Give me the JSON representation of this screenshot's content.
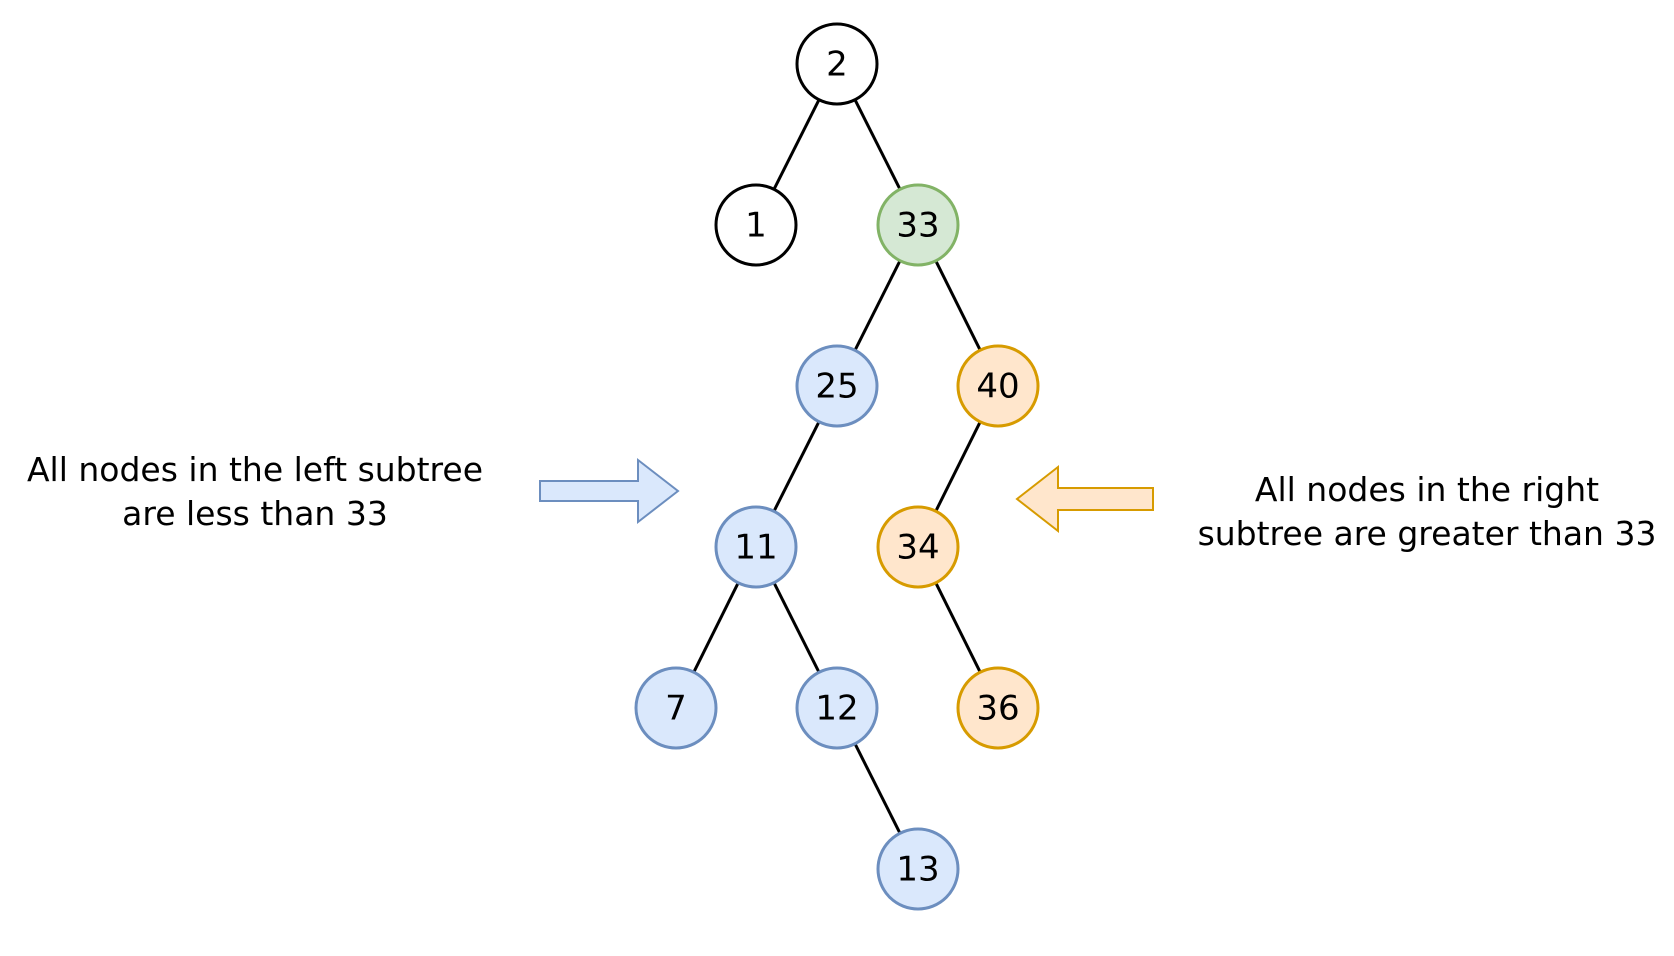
{
  "colors": {
    "edge": "#000000",
    "default_fill": "#ffffff",
    "default_stroke": "#000000",
    "root_fill": "#d5e8d4",
    "root_stroke": "#82b366",
    "left_fill": "#dae8fc",
    "left_stroke": "#6c8ebf",
    "right_fill": "#ffe6cc",
    "right_stroke": "#d79b00"
  },
  "tree": {
    "nodes": [
      {
        "id": "n2",
        "label": "2",
        "group": "default"
      },
      {
        "id": "n1",
        "label": "1",
        "group": "default"
      },
      {
        "id": "n33",
        "label": "33",
        "group": "root"
      },
      {
        "id": "n25",
        "label": "25",
        "group": "left"
      },
      {
        "id": "n40",
        "label": "40",
        "group": "right"
      },
      {
        "id": "n11",
        "label": "11",
        "group": "left"
      },
      {
        "id": "n34",
        "label": "34",
        "group": "right"
      },
      {
        "id": "n7",
        "label": "7",
        "group": "left"
      },
      {
        "id": "n12",
        "label": "12",
        "group": "left"
      },
      {
        "id": "n36",
        "label": "36",
        "group": "right"
      },
      {
        "id": "n13",
        "label": "13",
        "group": "left"
      }
    ],
    "edges": [
      [
        "n2",
        "n1"
      ],
      [
        "n2",
        "n33"
      ],
      [
        "n33",
        "n25"
      ],
      [
        "n33",
        "n40"
      ],
      [
        "n25",
        "n11"
      ],
      [
        "n40",
        "n34"
      ],
      [
        "n11",
        "n7"
      ],
      [
        "n11",
        "n12"
      ],
      [
        "n34",
        "n36"
      ],
      [
        "n12",
        "n13"
      ]
    ]
  },
  "annotations": {
    "left": [
      "All nodes in the left subtree",
      "are less than 33"
    ],
    "right": [
      "All nodes in the right",
      "subtree are greater than 33"
    ]
  },
  "arrows": [
    {
      "id": "arrow-left",
      "direction": "right",
      "color_key": "left"
    },
    {
      "id": "arrow-right",
      "direction": "left",
      "color_key": "right"
    }
  ]
}
